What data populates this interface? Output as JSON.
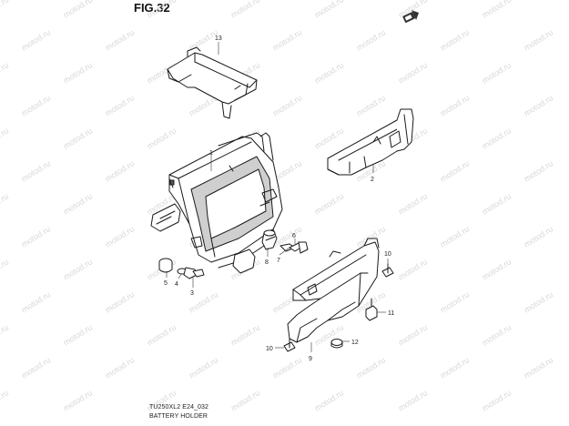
{
  "figure": {
    "title": "FIG.32",
    "diagram_code": "TU250XL2 E24_032",
    "diagram_name": "BATTERY HOLDER"
  },
  "watermark": {
    "text": "motod.ru"
  },
  "callouts": [
    {
      "id": "callout-13",
      "number": "13"
    },
    {
      "id": "callout-1",
      "number": "1"
    },
    {
      "id": "callout-2",
      "number": "2"
    },
    {
      "id": "callout-6",
      "number": "6"
    },
    {
      "id": "callout-7",
      "number": "7"
    },
    {
      "id": "callout-8",
      "number": "8"
    },
    {
      "id": "callout-5",
      "number": "5"
    },
    {
      "id": "callout-4",
      "number": "4"
    },
    {
      "id": "callout-3",
      "number": "3"
    },
    {
      "id": "callout-10a",
      "number": "10"
    },
    {
      "id": "callout-11",
      "number": "11"
    },
    {
      "id": "callout-12",
      "number": "12"
    },
    {
      "id": "callout-10b",
      "number": "10"
    },
    {
      "id": "callout-9",
      "number": "9"
    }
  ],
  "colors": {
    "line": "#1a1a1a",
    "watermark": "#d8d8d8",
    "background": "#ffffff"
  },
  "icons": {
    "front_indicator": "front-arrow-icon"
  }
}
